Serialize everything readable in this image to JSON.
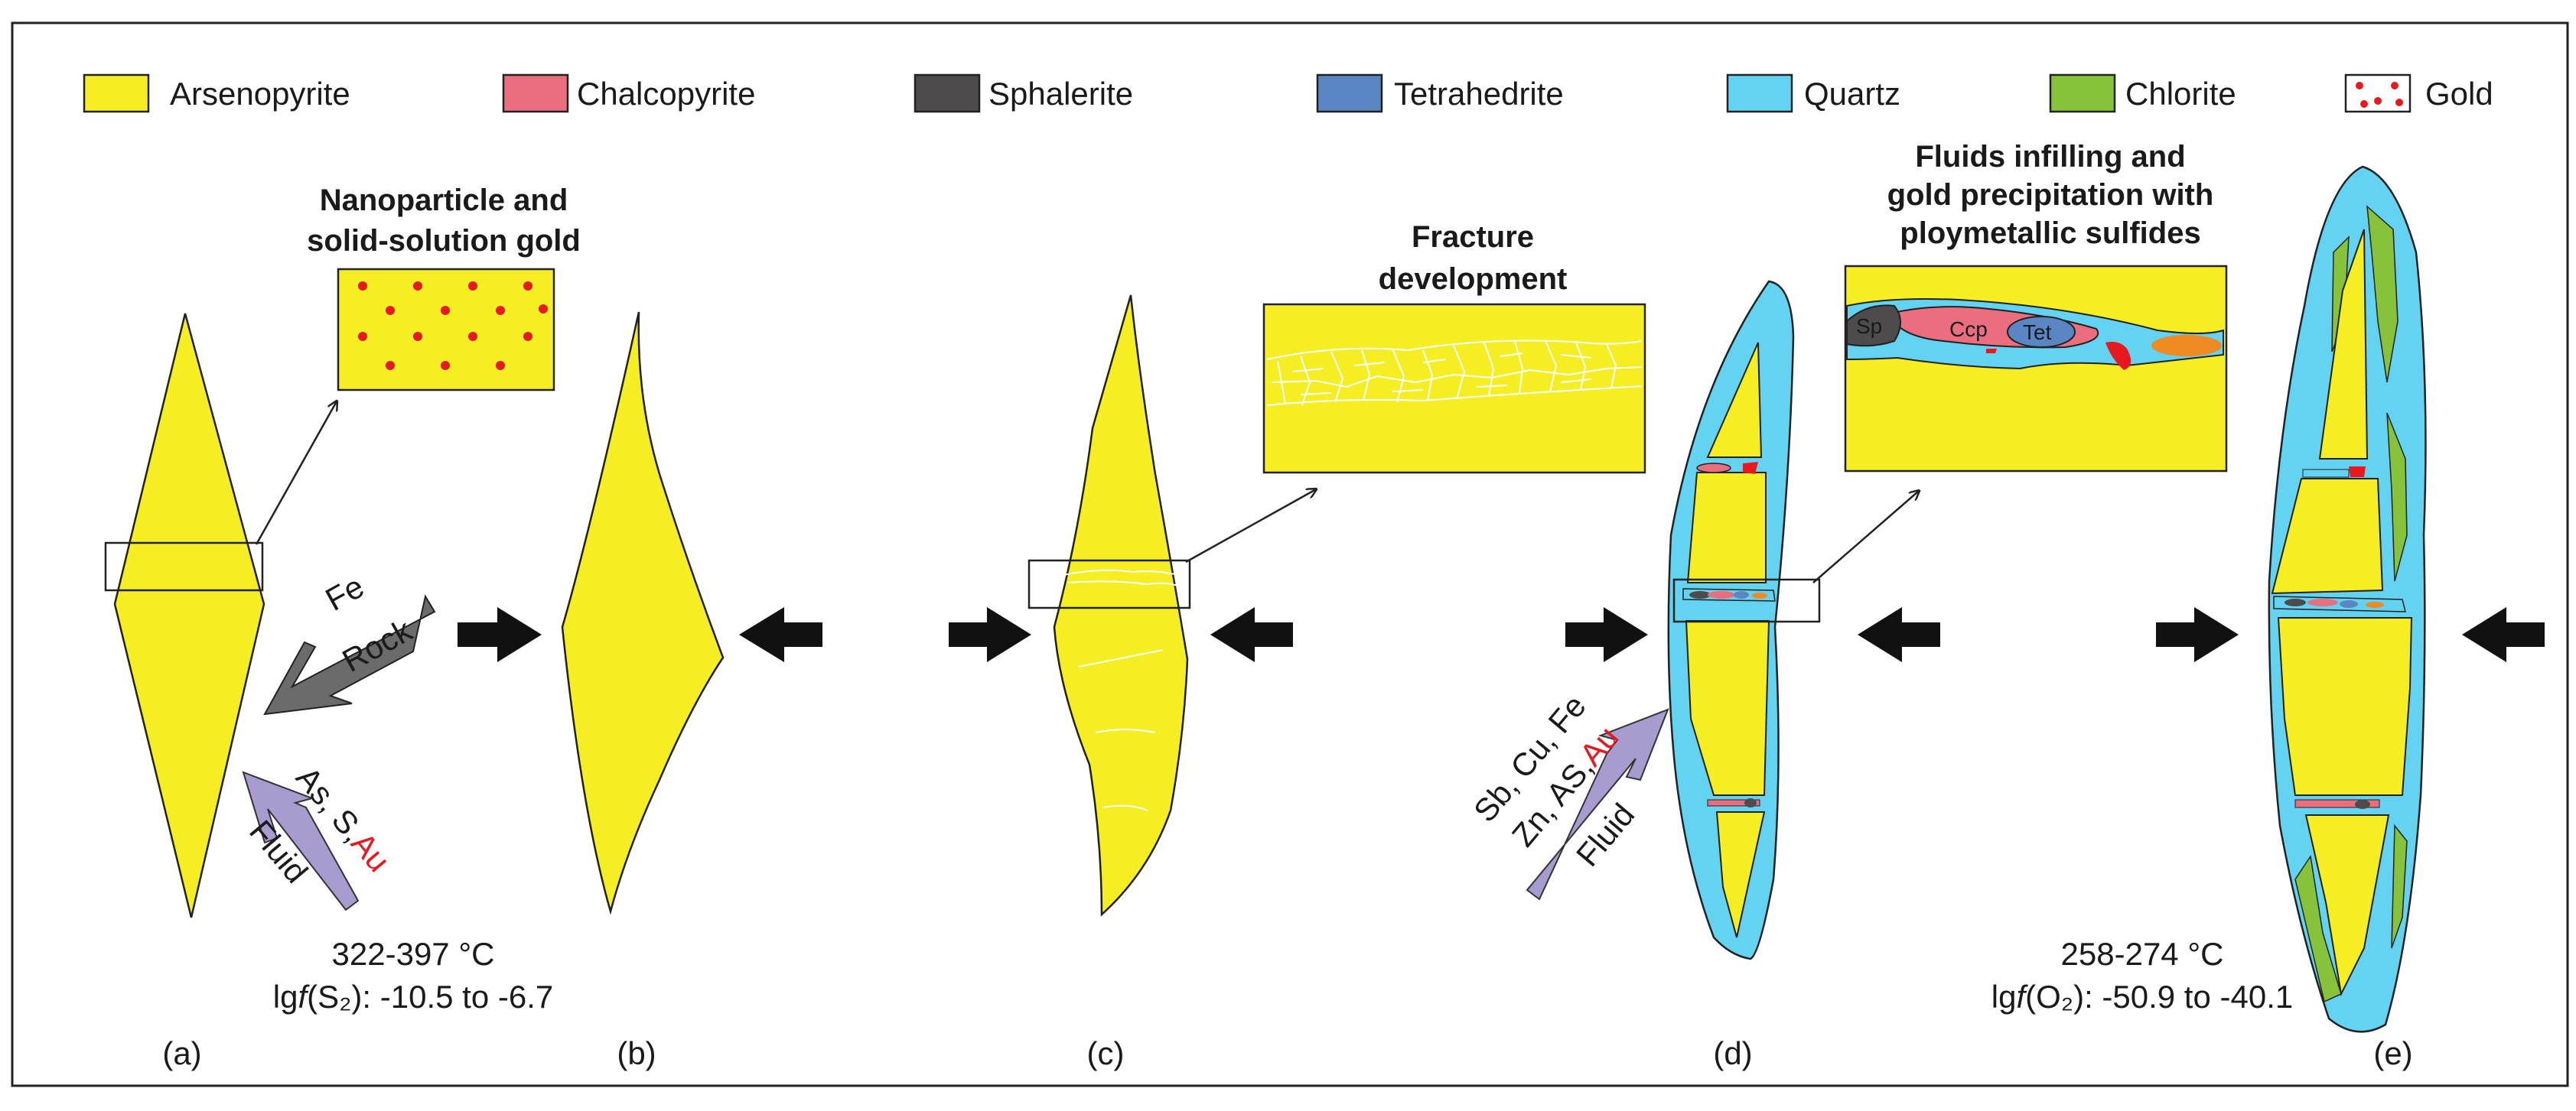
{
  "legend": [
    {
      "key": "arsenopyrite",
      "label": "Arsenopyrite",
      "color": "#f4ee22"
    },
    {
      "key": "chalcopyrite",
      "label": "Chalcopyrite",
      "color": "#ea6e7e"
    },
    {
      "key": "sphalerite",
      "label": "Sphalerite",
      "color": "#4d4b4b"
    },
    {
      "key": "tetrahedrite",
      "label": "Tetrahedrite",
      "color": "#5b86c4"
    },
    {
      "key": "quartz",
      "label": "Quartz",
      "color": "#63d3f1"
    },
    {
      "key": "chlorite",
      "label": "Chlorite",
      "color": "#86c33a"
    },
    {
      "key": "gold",
      "label": "Gold",
      "color": "#e8191e"
    }
  ],
  "titles": {
    "nano_line1": "Nanoparticle and",
    "nano_line2": "solid-solution gold",
    "fracture_line1": "Fracture",
    "fracture_line2": "development",
    "infill_line1": "Fluids infilling and",
    "infill_line2": "gold precipitation with",
    "infill_line3": "ploymetallic sulfides"
  },
  "arrows": {
    "fe": "Fe",
    "rock": "Rock",
    "as_s": "As, S,",
    "au": "Au",
    "fluid": "Fluid",
    "sb_cu_fe": "Sb, Cu, Fe",
    "zn_as": "Zn, AS,"
  },
  "minerals": {
    "sp": "Sp",
    "ccp": "Ccp",
    "tet": "Tet"
  },
  "conditions": {
    "a_temp": "322-397 °C",
    "a_lg": "lg",
    "a_f": "f",
    "a_species": "(S₂): -10.5 to -6.7",
    "e_temp": "258-274 °C",
    "e_lg": "lg",
    "e_f": "f",
    "e_species": "(O₂): -50.9 to -40.1"
  },
  "panels": [
    "(a)",
    "(b)",
    "(c)",
    "(d)",
    "(e)"
  ]
}
